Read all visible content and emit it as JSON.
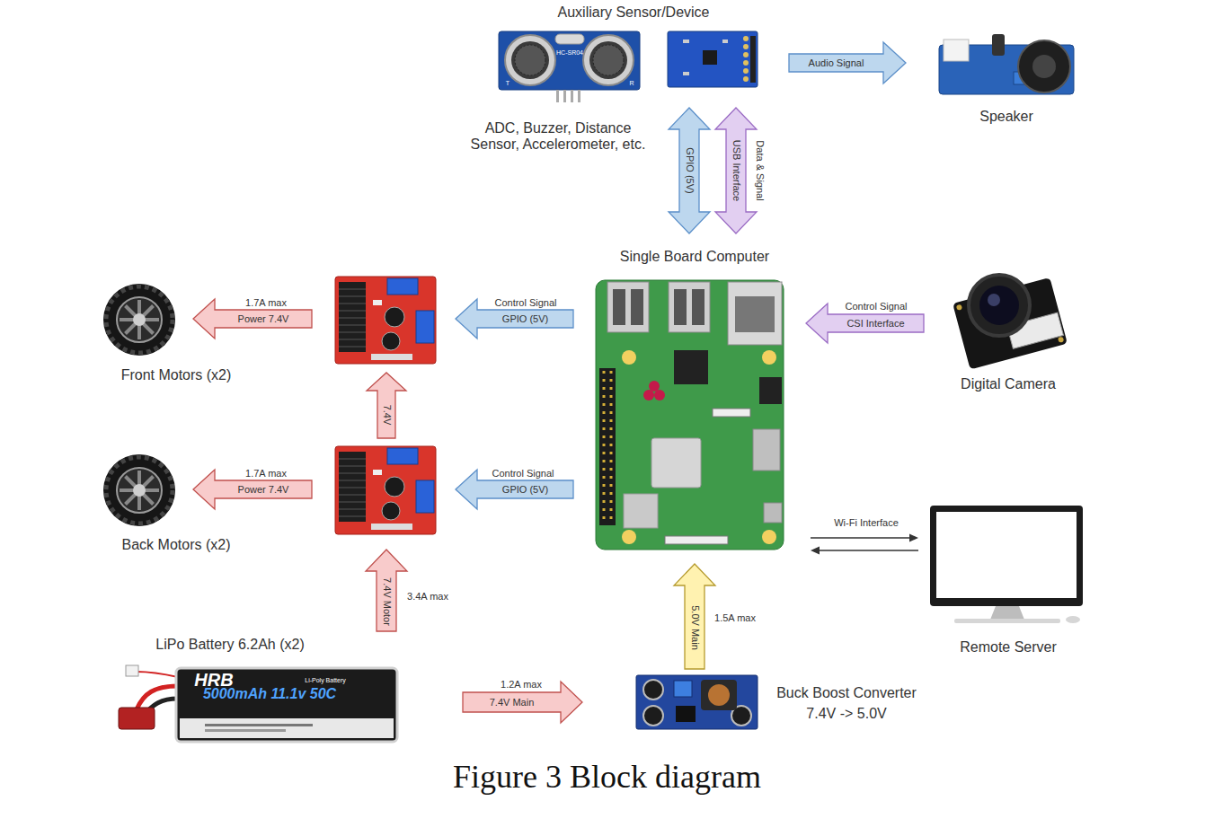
{
  "diagram": {
    "caption": "Figure 3 Block diagram",
    "nodes": [
      {
        "text": [
          "Auxiliary Sensor/Device",
          "ADC, Buzzer, Distance Sensor, Accelerometer, etc."
        ]
      },
      {
        "text": [
          "Speaker"
        ]
      },
      {
        "text": [
          "Single Board Computer"
        ]
      },
      {
        "text": [
          "Front Motors (x2)"
        ]
      },
      {
        "text": []
      },
      {
        "text": [
          "Digital Camera"
        ]
      },
      {
        "text": [
          "Back Motors (x2)"
        ]
      },
      {
        "text": []
      },
      {
        "text": [
          "Remote Server"
        ]
      },
      {
        "text": [
          "LiPo Battery 6.2Ah (x2)"
        ]
      },
      {
        "text": [
          "Buck Boost Converter",
          "7.4V -> 5.0V"
        ]
      }
    ],
    "edges": [
      {
        "from": 0,
        "to": 1,
        "arrow": "to",
        "label": "Audio Signal"
      },
      {
        "from": 0,
        "to": 2,
        "arrow": "both",
        "label": "GPIO (5V)"
      },
      {
        "from": 0,
        "to": 2,
        "arrow": "both",
        "label": "USB Interface"
      },
      {
        "from": 2,
        "to": 4,
        "arrow": "to",
        "label": "GPIO (5V)"
      },
      {
        "from": 4,
        "to": 3,
        "arrow": "to",
        "label": "Power 7.4V"
      },
      {
        "from": 5,
        "to": 2,
        "arrow": "to",
        "label": "CSI Interface"
      },
      {
        "from": 7,
        "to": 4,
        "arrow": "to",
        "label": "7.4V"
      },
      {
        "from": 2,
        "to": 7,
        "arrow": "to",
        "label": "GPIO (5V)"
      },
      {
        "from": 7,
        "to": 6,
        "arrow": "to",
        "label": "Power 7.4V"
      },
      {
        "from": 2,
        "to": 8,
        "arrow": "to",
        "label": "Wi-Fi Interface"
      },
      {
        "from": 8,
        "to": 2,
        "arrow": "to"
      },
      {
        "from": 9,
        "to": 7,
        "arrow": "to",
        "label": "7.4V Motor"
      },
      {
        "from": 9,
        "to": 10,
        "arrow": "to",
        "label": "7.4V Main"
      },
      {
        "from": 10,
        "to": 2,
        "arrow": "to",
        "label": "5.0V Main"
      }
    ],
    "labels": [
      "HC-SR04",
      "T",
      "R",
      "Data & Signal",
      "Control Signal",
      "1.7A max",
      "Control Signal",
      "Control Signal",
      "1.7A max",
      "3.4A max",
      "1.5A max",
      "1.2A max",
      "HRB",
      "5000mAh 11.1v 50C",
      "Li-Poly Battery"
    ]
  }
}
